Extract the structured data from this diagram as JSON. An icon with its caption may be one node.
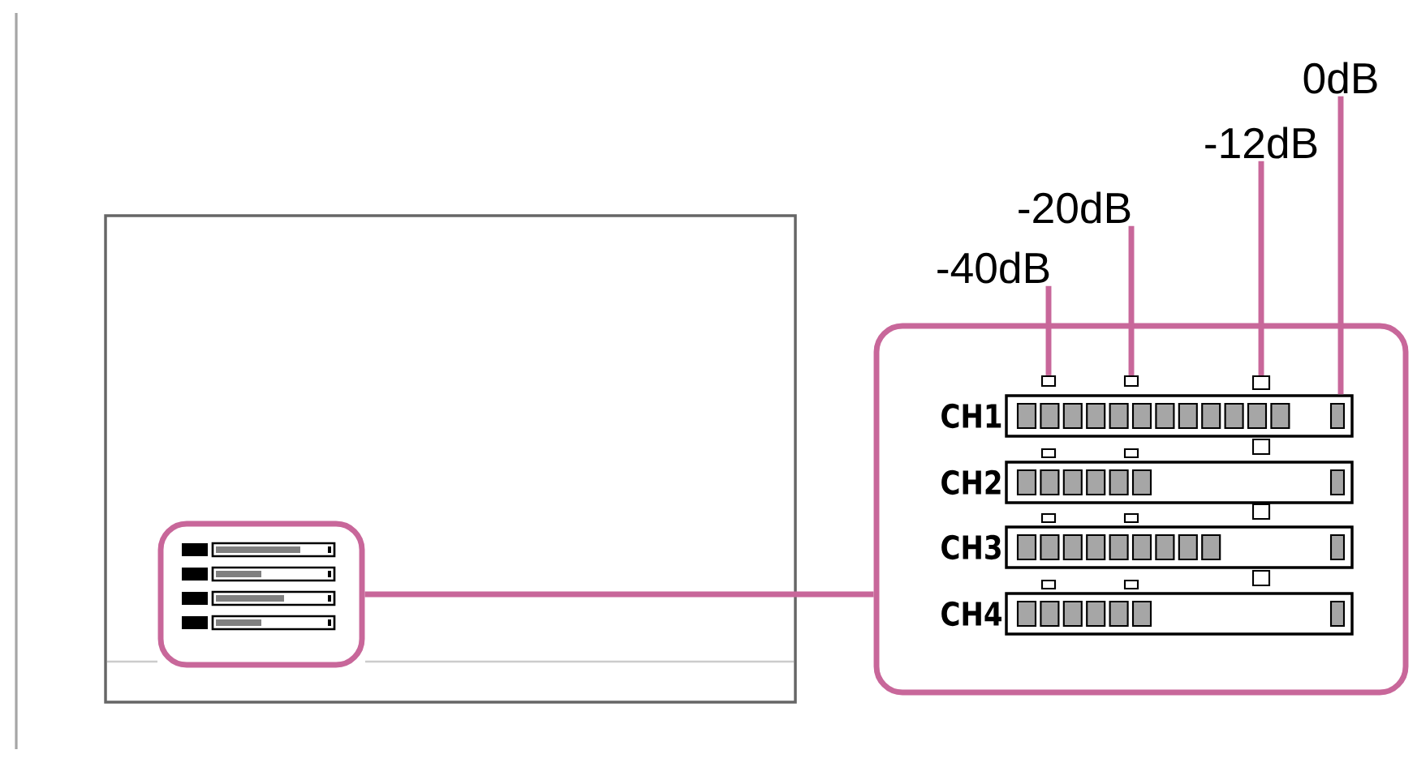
{
  "diagram": {
    "nodes": [
      {
        "text": [],
        "shape": "box"
      },
      {
        "text": [],
        "shape": "box",
        "in": 0
      },
      {
        "text": [],
        "shape": "box"
      },
      {
        "text": [
          "CH1"
        ],
        "in": 2
      },
      {
        "text": [
          "CH2"
        ],
        "in": 2
      },
      {
        "text": [
          "CH3"
        ],
        "in": 2
      },
      {
        "text": [
          "CH4"
        ],
        "in": 2
      },
      {
        "text": [
          "-40dB"
        ]
      },
      {
        "text": [
          "-20dB"
        ]
      },
      {
        "text": [
          "-12dB"
        ]
      },
      {
        "text": [
          "0dB"
        ]
      },
      {
        "text": [],
        "shape": "box",
        "in": 2
      },
      {
        "text": [],
        "shape": "box",
        "in": 2
      },
      {
        "text": [],
        "shape": "box",
        "in": 2
      }
    ],
    "edges": [
      {
        "from": 1,
        "to": 2,
        "arrow": "none",
        "color": "#c8679a"
      },
      {
        "from": 7,
        "to": 11,
        "arrow": "none",
        "color": "#c8679a"
      },
      {
        "from": 8,
        "to": 12,
        "arrow": "none",
        "color": "#c8679a"
      },
      {
        "from": 9,
        "to": 13,
        "arrow": "none",
        "color": "#c8679a"
      },
      {
        "from": 10,
        "to": 3,
        "arrow": "none",
        "color": "#c8679a"
      }
    ]
  }
}
